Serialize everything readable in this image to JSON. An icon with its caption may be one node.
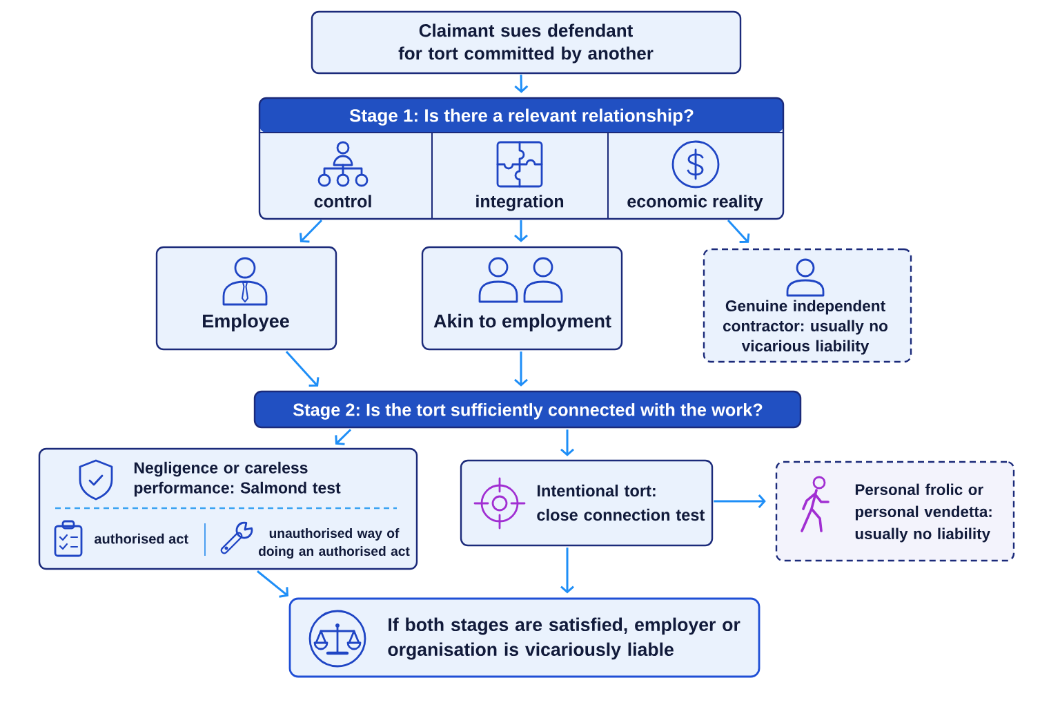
{
  "diagram": {
    "nodes": [
      {
        "text": [
          "Claimant sues defendant for tort committed by another"
        ]
      },
      {
        "text": [
          "Stage 1: Is there a relevant relationship?"
        ]
      },
      {
        "text": [
          "control"
        ],
        "in": 1
      },
      {
        "text": [
          "integration"
        ],
        "in": 1
      },
      {
        "text": [
          "economic reality"
        ],
        "in": 1
      },
      {
        "text": [
          "Employee"
        ]
      },
      {
        "text": [
          "Akin to employment"
        ]
      },
      {
        "text": [
          "Genuine independent contractor: usually no vicarious liability"
        ]
      },
      {
        "text": [
          "Stage 2: Is the tort sufficiently connected with the work?"
        ]
      },
      {
        "text": [
          "Negligence or careless performance: Salmond test",
          "authorised act",
          "unauthorised way of doing an authorised act"
        ]
      },
      {
        "text": [
          "Intentional tort: close connection test"
        ]
      },
      {
        "text": [
          "Personal frolic or personal vendetta: usually no liability"
        ]
      },
      {
        "text": [
          "If both stages are satisfied, employer or organisation is vicariously liable"
        ]
      }
    ],
    "edges": [
      {
        "from": 0,
        "to": 1,
        "arrow": "to"
      },
      {
        "from": 2,
        "to": 5,
        "arrow": "to"
      },
      {
        "from": 3,
        "to": 6,
        "arrow": "to"
      },
      {
        "from": 4,
        "to": 7,
        "arrow": "to"
      },
      {
        "from": 5,
        "to": 8,
        "arrow": "to"
      },
      {
        "from": 6,
        "to": 8,
        "arrow": "to"
      },
      {
        "from": 8,
        "to": 9,
        "arrow": "to"
      },
      {
        "from": 8,
        "to": 10,
        "arrow": "to"
      },
      {
        "from": 10,
        "to": 11,
        "arrow": "to"
      },
      {
        "from": 9,
        "to": 12,
        "arrow": "to"
      },
      {
        "from": 10,
        "to": 12,
        "arrow": "to"
      }
    ]
  }
}
